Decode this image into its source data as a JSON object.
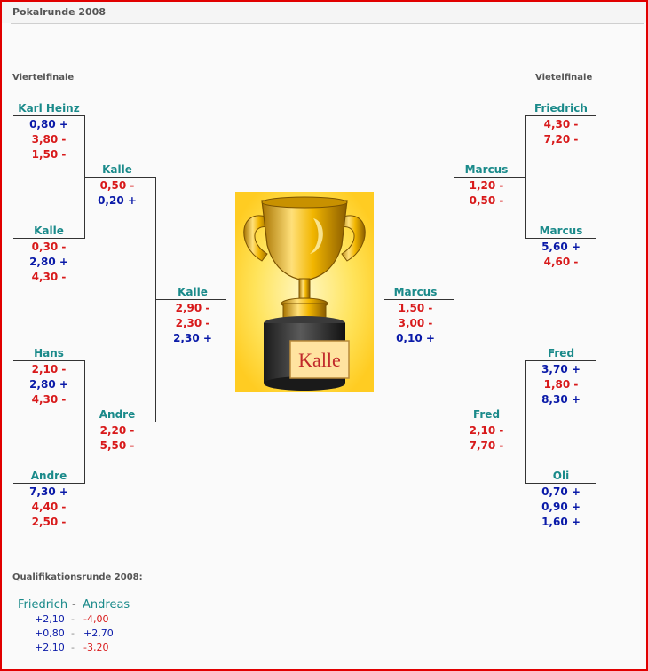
{
  "page": {
    "title": "Pokalrunde 2008"
  },
  "headers": {
    "left": "Viertelfinale",
    "right": "Vietelfinale"
  },
  "bracket": {
    "qf_left": [
      {
        "name": "Karl Heinz",
        "scores": [
          {
            "v": "0,80 +",
            "t": "plus"
          },
          {
            "v": "3,80 -",
            "t": "minus"
          },
          {
            "v": "1,50 -",
            "t": "minus"
          }
        ]
      },
      {
        "name": "Kalle",
        "scores": [
          {
            "v": "0,30 -",
            "t": "minus"
          },
          {
            "v": "2,80 +",
            "t": "plus"
          },
          {
            "v": "4,30 -",
            "t": "minus"
          }
        ]
      },
      {
        "name": "Hans",
        "scores": [
          {
            "v": "2,10 -",
            "t": "minus"
          },
          {
            "v": "2,80 +",
            "t": "plus"
          },
          {
            "v": "4,30 -",
            "t": "minus"
          }
        ]
      },
      {
        "name": "Andre",
        "scores": [
          {
            "v": "7,30 +",
            "t": "plus"
          },
          {
            "v": "4,40 -",
            "t": "minus"
          },
          {
            "v": "2,50 -",
            "t": "minus"
          }
        ]
      }
    ],
    "sf_left": [
      {
        "name": "Kalle",
        "scores": [
          {
            "v": "0,50 -",
            "t": "minus"
          },
          {
            "v": "0,20 +",
            "t": "plus"
          }
        ]
      },
      {
        "name": "Andre",
        "scores": [
          {
            "v": "2,20 -",
            "t": "minus"
          },
          {
            "v": "5,50 -",
            "t": "minus"
          }
        ]
      }
    ],
    "final_left": {
      "name": "Kalle",
      "scores": [
        {
          "v": "2,90 -",
          "t": "minus"
        },
        {
          "v": "2,30 -",
          "t": "minus"
        },
        {
          "v": "2,30 +",
          "t": "plus"
        }
      ]
    },
    "final_right": {
      "name": "Marcus",
      "scores": [
        {
          "v": "1,50 -",
          "t": "minus"
        },
        {
          "v": "3,00 -",
          "t": "minus"
        },
        {
          "v": "0,10 +",
          "t": "plus"
        }
      ]
    },
    "sf_right": [
      {
        "name": "Marcus",
        "scores": [
          {
            "v": "1,20 -",
            "t": "minus"
          },
          {
            "v": "0,50 -",
            "t": "minus"
          }
        ]
      },
      {
        "name": "Fred",
        "scores": [
          {
            "v": "2,10 -",
            "t": "minus"
          },
          {
            "v": "7,70 -",
            "t": "minus"
          }
        ]
      }
    ],
    "qf_right": [
      {
        "name": "Friedrich",
        "scores": [
          {
            "v": "4,30 -",
            "t": "minus"
          },
          {
            "v": "7,20 -",
            "t": "minus"
          }
        ]
      },
      {
        "name": "Marcus",
        "scores": [
          {
            "v": "5,60 +",
            "t": "plus"
          },
          {
            "v": "4,60 -",
            "t": "minus"
          }
        ]
      },
      {
        "name": "Fred",
        "scores": [
          {
            "v": "3,70 +",
            "t": "plus"
          },
          {
            "v": "1,80 -",
            "t": "minus"
          },
          {
            "v": "8,30 +",
            "t": "plus"
          }
        ]
      },
      {
        "name": "Oli",
        "scores": [
          {
            "v": "0,70 +",
            "t": "plus"
          },
          {
            "v": "0,90 +",
            "t": "plus"
          },
          {
            "v": "1,60 +",
            "t": "plus"
          }
        ]
      }
    ]
  },
  "trophy": {
    "label": "Kalle",
    "icon": "trophy-icon"
  },
  "qualification": {
    "title": "Qualifikationsrunde 2008:",
    "player1": "Friedrich",
    "separator": "-",
    "player2": "Andreas",
    "rows": [
      {
        "a": "+2,10",
        "b": "-4,00"
      },
      {
        "a": "+0,80",
        "b": "+2,70"
      },
      {
        "a": "+2,10",
        "b": "-3,20"
      }
    ]
  },
  "colors": {
    "name": "#1a8a8a",
    "plus": "#0a1aa8",
    "minus": "#d8191a",
    "border": "#e10000"
  }
}
